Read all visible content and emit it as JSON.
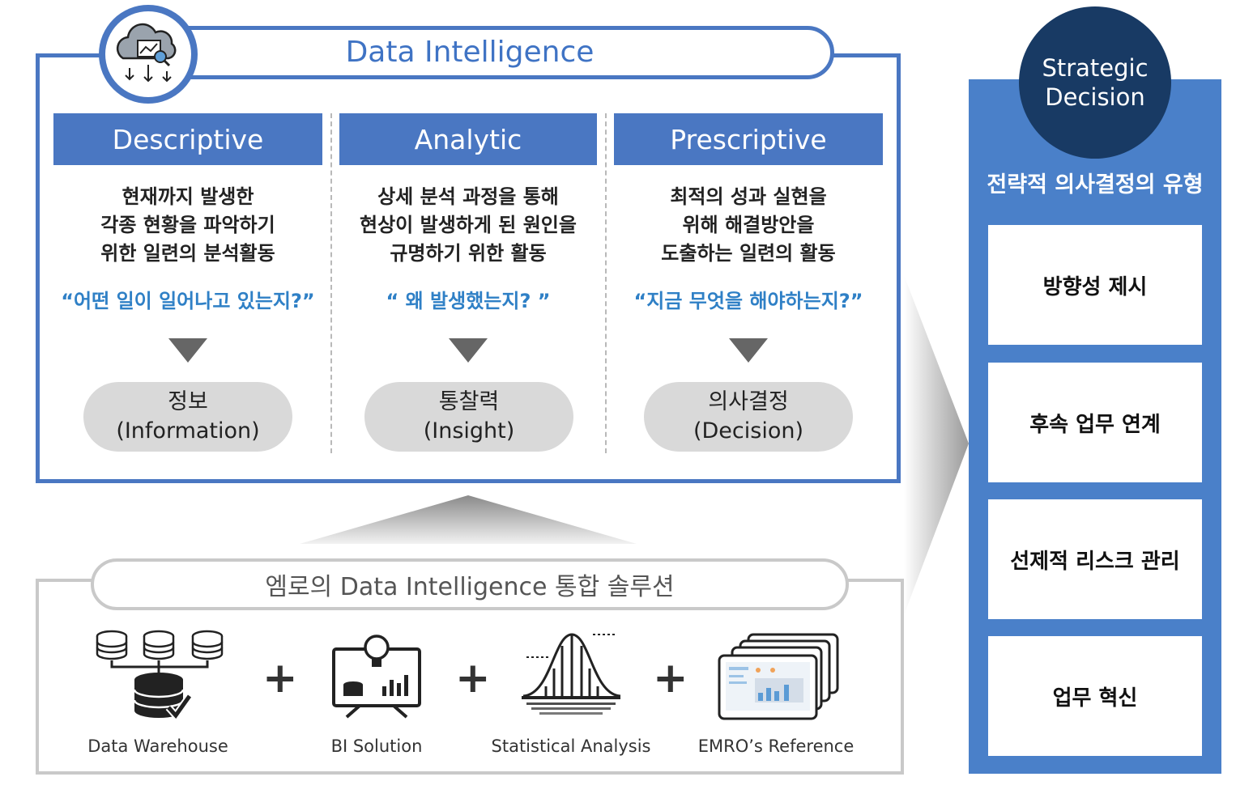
{
  "header": {
    "title": "Data Intelligence"
  },
  "columns": [
    {
      "heading": "Descriptive",
      "desc_lines": [
        "현재까지 발생한",
        "각종 현황을 파악하기",
        "위한 일련의 분석활동"
      ],
      "quote": "“어떤 일이 일어나고 있는지?”",
      "result_ko": "정보",
      "result_en": "(Information)"
    },
    {
      "heading": "Analytic",
      "desc_lines": [
        "상세 분석 과정을 통해",
        "현상이 발생하게 된 원인을",
        "규명하기 위한 활동"
      ],
      "quote": "“ 왜 발생했는지?  ”",
      "result_ko": "통찰력",
      "result_en": "(Insight)"
    },
    {
      "heading": "Prescriptive",
      "desc_lines": [
        "최적의 성과 실현을",
        "위해 해결방안을",
        "도출하는 일련의 활동"
      ],
      "quote": "“지금 무엇을 해야하는지?”",
      "result_ko": "의사결정",
      "result_en": "(Decision)"
    }
  ],
  "solution": {
    "title": "엠로의 Data Intelligence 통합 솔루션",
    "items": [
      {
        "label": "Data Warehouse",
        "icon": "database-icon"
      },
      {
        "label": "BI Solution",
        "icon": "monitor-chart-icon"
      },
      {
        "label": "Statistical Analysis",
        "icon": "bell-curve-icon"
      },
      {
        "label": "EMRO’s Reference",
        "icon": "stacked-screens-icon"
      }
    ],
    "plus": "+"
  },
  "strategic": {
    "circle_line1": "Strategic",
    "circle_line2": "Decision",
    "subtitle": "전략적 의사결정의 유형",
    "items": [
      "방향성 제시",
      "후속 업무 연계",
      "선제적 리스크 관리",
      "업무 혁신"
    ]
  },
  "colors": {
    "blue": "#4a77c2",
    "navy": "#183a64",
    "quote": "#2f80c6",
    "gray": "#c9c9c9"
  }
}
